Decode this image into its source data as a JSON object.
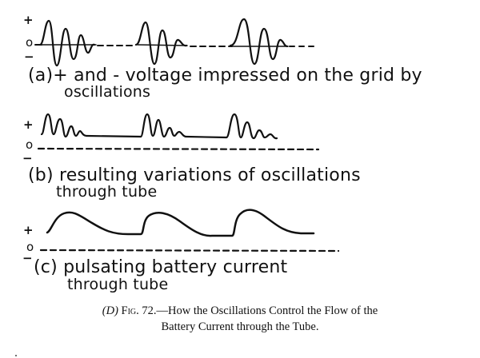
{
  "figure": {
    "panel_a": {
      "axis_marks": {
        "plus": "+",
        "zero": "o",
        "minus": "−"
      },
      "label_prefix": "(a)",
      "label_line1": "+ and - voltage impressed on the grid by",
      "label_line2": "oscillations",
      "description": "Three damped oscillation bursts centered on the zero line, separated by dashed zero-level segments"
    },
    "panel_b": {
      "axis_marks": {
        "plus": "+",
        "zero": "o",
        "minus": "−"
      },
      "label_prefix": "(b)",
      "label_line1": "resulting variations of oscillations",
      "label_line2": "through tube",
      "description": "Three groups of decaying positive-only humps riding above a flat positive level, dashed zero line beneath"
    },
    "panel_c": {
      "axis_marks": {
        "plus": "+",
        "zero": "o",
        "minus": "−"
      },
      "label_prefix": "(c)",
      "label_line1": "pulsating battery current",
      "label_line2": "through tube",
      "description": "Three smooth rising-then-decaying positive pulses, dashed zero line beneath"
    },
    "caption": {
      "prefix": "(D)",
      "fig_word": "Fig.",
      "fig_number": "72.",
      "line1_rest": "—How the Oscillations Control the Flow of the",
      "line2": "Battery Current through the Tube."
    }
  }
}
